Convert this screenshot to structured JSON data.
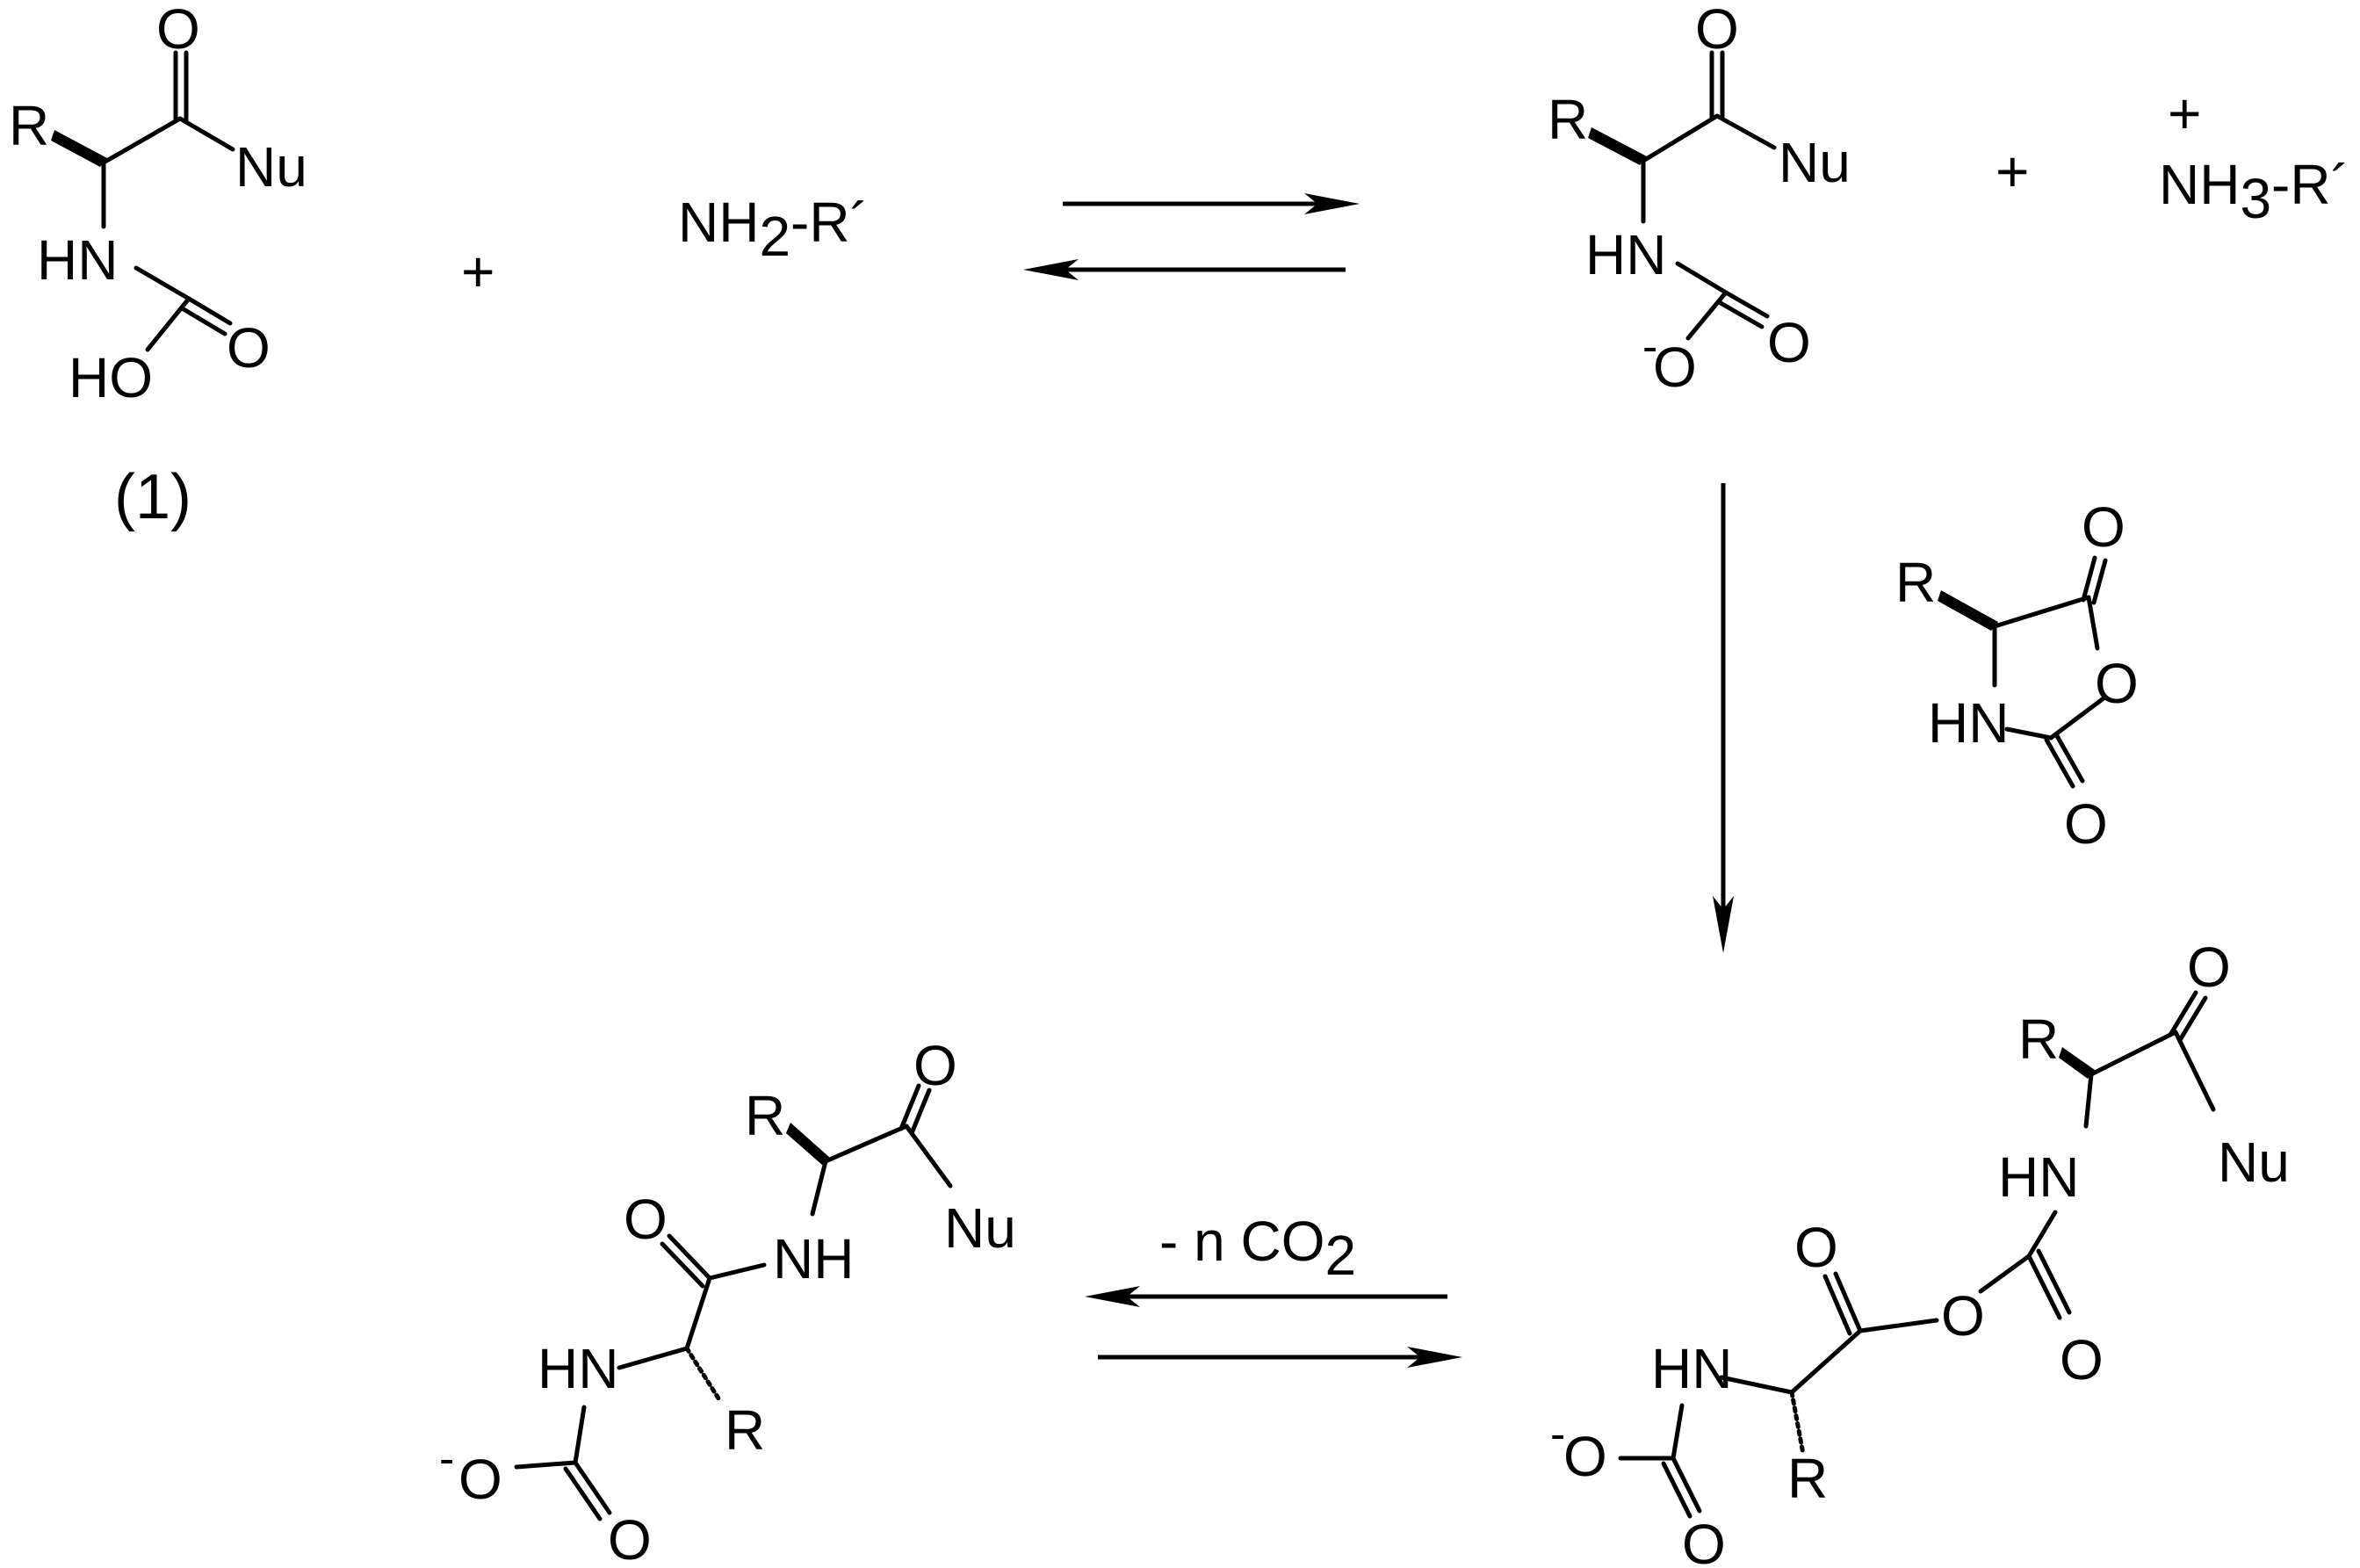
{
  "atoms": {
    "R": "R",
    "O": "O",
    "Nu": "Nu",
    "HN": "HN",
    "NH": "NH",
    "HO": "HO",
    "N": "N",
    "H": "H",
    "minus": "-",
    "prime": "R´"
  },
  "reactant_1": {
    "label_open": "(",
    "label_num": "1",
    "label_close": ")"
  },
  "amine": {
    "N": "NH",
    "subscript": "2",
    "rest": "-R´"
  },
  "ammonium": {
    "plus": "+",
    "N": "NH",
    "subscript": "3",
    "rest": "-R´"
  },
  "plus_sign": "+",
  "decarboxylation": {
    "text": "- n CO",
    "subscript": "2"
  }
}
